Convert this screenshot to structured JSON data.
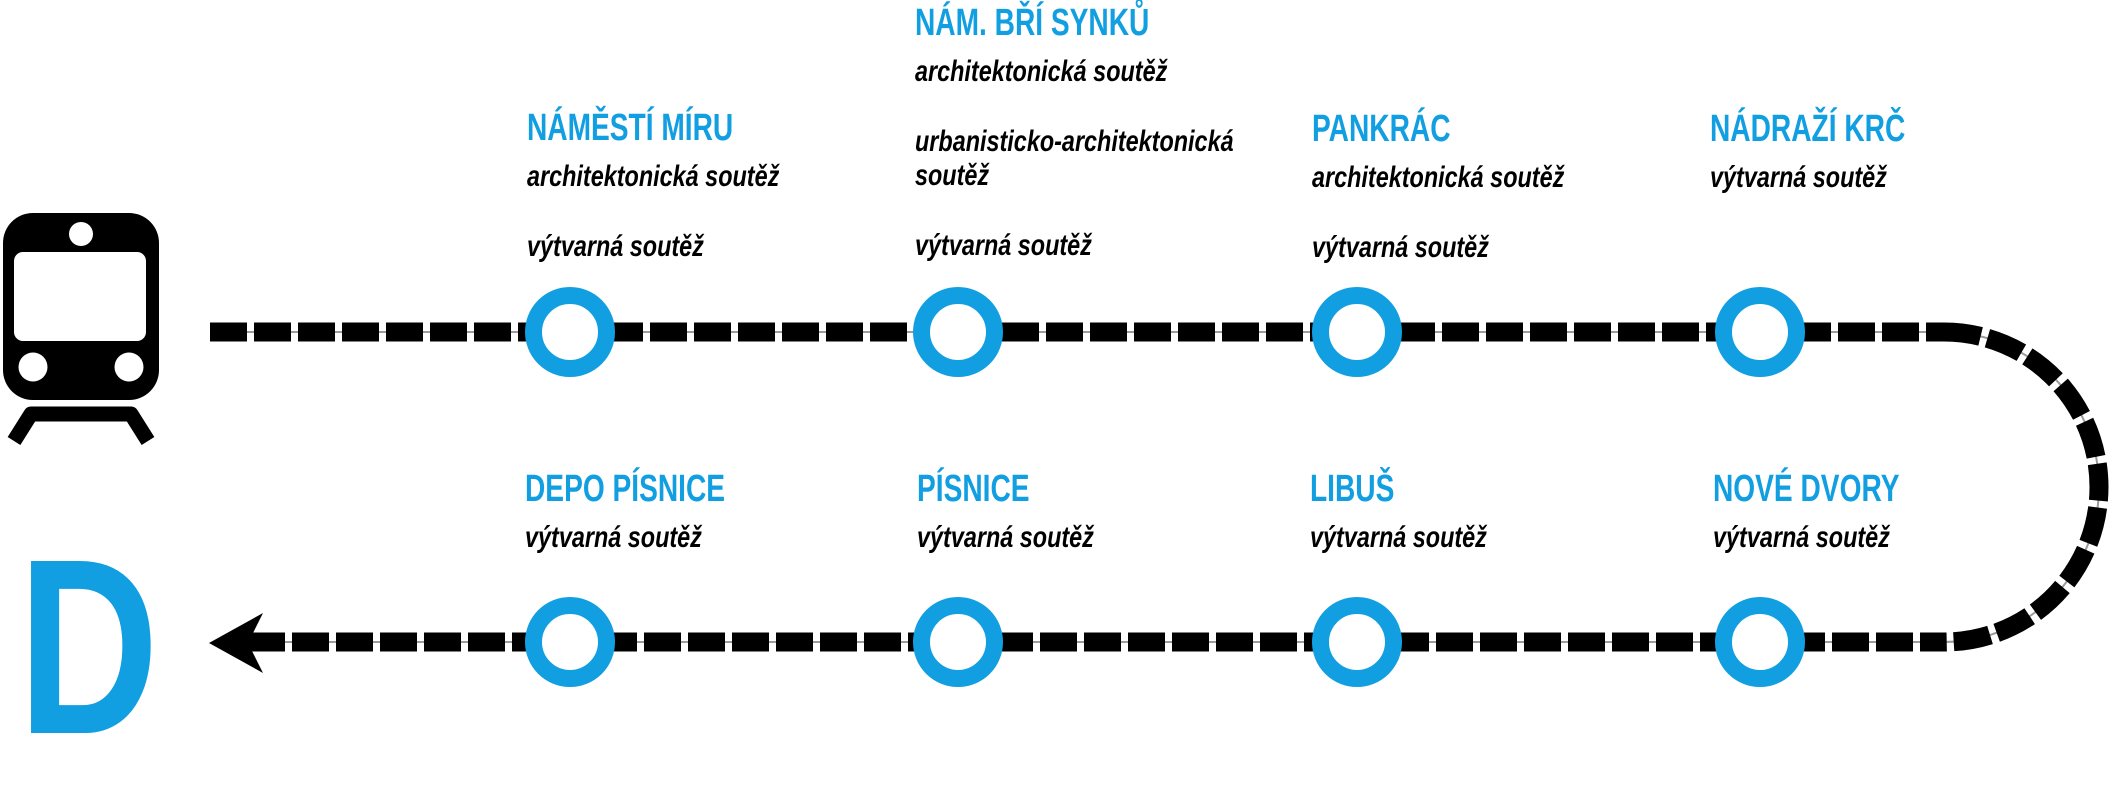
{
  "line": {
    "letter": "D",
    "accent_color": "#129fe2",
    "route_color": "#000000",
    "hairline_color": "#9b9b9b"
  },
  "icons": {
    "train": "train-front-icon",
    "arrow": "arrow-left-icon",
    "station_marker": "station-ring-icon"
  },
  "stations": [
    {
      "name": "NÁMĚSTÍ MÍRU",
      "competitions": [
        "architektonická soutěž",
        "výtvarná soutěž"
      ]
    },
    {
      "name": "NÁM. BŘÍ SYNKŮ",
      "competitions": [
        "architektonická soutěž",
        "urbanisticko-architektonická soutěž",
        "výtvarná soutěž"
      ]
    },
    {
      "name": "PANKRÁC",
      "competitions": [
        "architektonická soutěž",
        "výtvarná soutěž"
      ]
    },
    {
      "name": "NÁDRAŽÍ KRČ",
      "competitions": [
        "výtvarná soutěž"
      ]
    },
    {
      "name": "NOVÉ DVORY",
      "competitions": [
        "výtvarná soutěž"
      ]
    },
    {
      "name": "LIBUŠ",
      "competitions": [
        "výtvarná soutěž"
      ]
    },
    {
      "name": "PÍSNICE",
      "competitions": [
        "výtvarná soutěž"
      ]
    },
    {
      "name": "DEPO PÍSNICE",
      "competitions": [
        "výtvarná soutěž"
      ]
    }
  ]
}
